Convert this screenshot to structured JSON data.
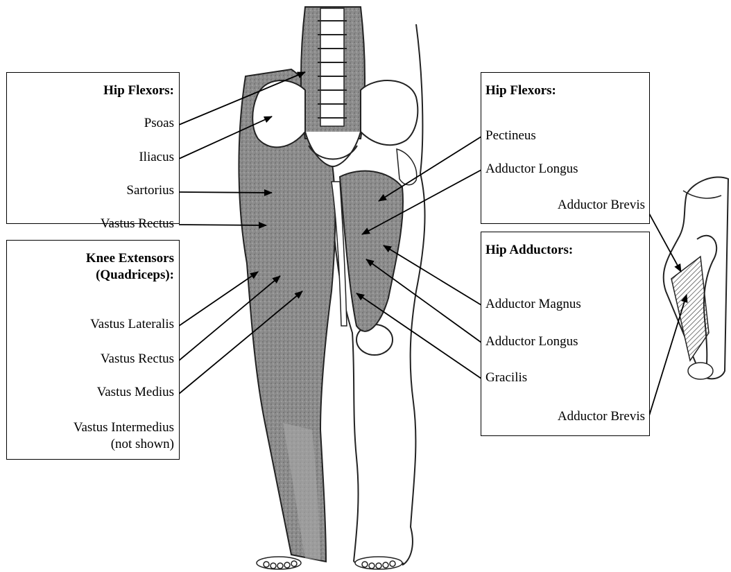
{
  "left_panels": {
    "hip_flexors": {
      "title": "Hip  Flexors:",
      "items": [
        "Psoas",
        "Iliacus",
        "Sartorius",
        "Vastus Rectus"
      ]
    },
    "knee_extensors": {
      "title_line1": "Knee Extensors",
      "title_line2": "(Quadriceps):",
      "items": [
        "Vastus Lateralis",
        "Vastus Rectus",
        "Vastus Medius"
      ],
      "note_line1": "Vastus Intermedius",
      "note_line2": "(not shown)"
    }
  },
  "right_panels": {
    "hip_flexors": {
      "title": "Hip Flexors:",
      "items": [
        "Pectineus",
        "Adductor Longus",
        "Adductor Brevis"
      ]
    },
    "hip_adductors": {
      "title": "Hip Adductors:",
      "items": [
        "Adductor Magnus",
        "Adductor Longus",
        "Gracilis",
        "Adductor Brevis"
      ]
    }
  },
  "colors": {
    "muscle_fill": "#8a8a8a",
    "outline": "#000000",
    "background": "#ffffff"
  }
}
